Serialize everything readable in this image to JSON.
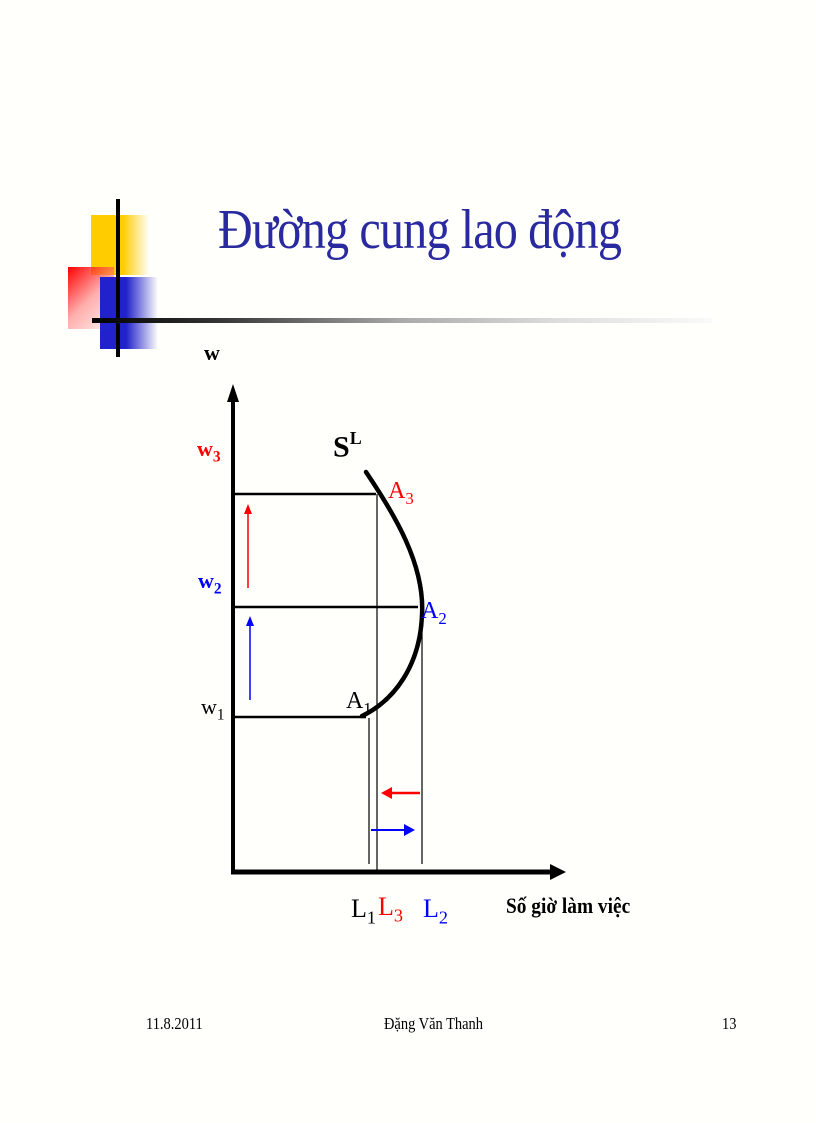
{
  "slide": {
    "title": "Đường cung lao động",
    "title_color": "#2a2aa0"
  },
  "chart_data": {
    "type": "line",
    "title": "Đường cung lao động",
    "xlabel": "Số giờ làm việc",
    "ylabel": "w",
    "curve_label": "S",
    "curve_label_sup": "L",
    "y_ticks": [
      {
        "base": "w",
        "sub": "1",
        "color": "#000000"
      },
      {
        "base": "w",
        "sub": "2",
        "color": "#0000ff"
      },
      {
        "base": "w",
        "sub": "3",
        "color": "#ff0000"
      }
    ],
    "x_ticks": [
      {
        "base": "L",
        "sub": "1",
        "color": "#000000"
      },
      {
        "base": "L",
        "sub": "3",
        "color": "#ff0000"
      },
      {
        "base": "L",
        "sub": "2",
        "color": "#0000ff"
      }
    ],
    "points": [
      {
        "name": "A",
        "sub": "1",
        "x": "L1",
        "y": "w1",
        "color": "#000000"
      },
      {
        "name": "A",
        "sub": "2",
        "x": "L2",
        "y": "w2",
        "color": "#0000ff"
      },
      {
        "name": "A",
        "sub": "3",
        "x": "L3",
        "y": "w3",
        "color": "#ff0000"
      }
    ],
    "annotations": [
      {
        "type": "arrow-up",
        "color": "#0000ff",
        "meaning": "wage rises w1 to w2"
      },
      {
        "type": "arrow-up",
        "color": "#ff0000",
        "meaning": "wage rises w2 to w3"
      },
      {
        "type": "arrow-right",
        "color": "#0000ff",
        "meaning": "hours rise L1 to L2"
      },
      {
        "type": "arrow-left",
        "color": "#ff0000",
        "meaning": "hours fall L2 to L3"
      }
    ],
    "legend": "none",
    "grid": false
  },
  "labels": {
    "y_axis": "w",
    "curve": "S",
    "curve_sup": "L",
    "w3": "w",
    "w3_sub": "3",
    "w2": "w",
    "w2_sub": "2",
    "w1": "w",
    "w1_sub": "1",
    "A3": "A",
    "A3_sub": "3",
    "A2": "A",
    "A2_sub": "2",
    "A1": "A",
    "A1_sub": "1",
    "L1": "L",
    "L1_sub": "1",
    "L3": "L",
    "L3_sub": "3",
    "L2": "L",
    "L2_sub": "2",
    "x_axis": "Số giờ làm việc"
  },
  "footer": {
    "date": "11.8.2011",
    "author": "Đặng Văn Thanh",
    "page": "13"
  }
}
